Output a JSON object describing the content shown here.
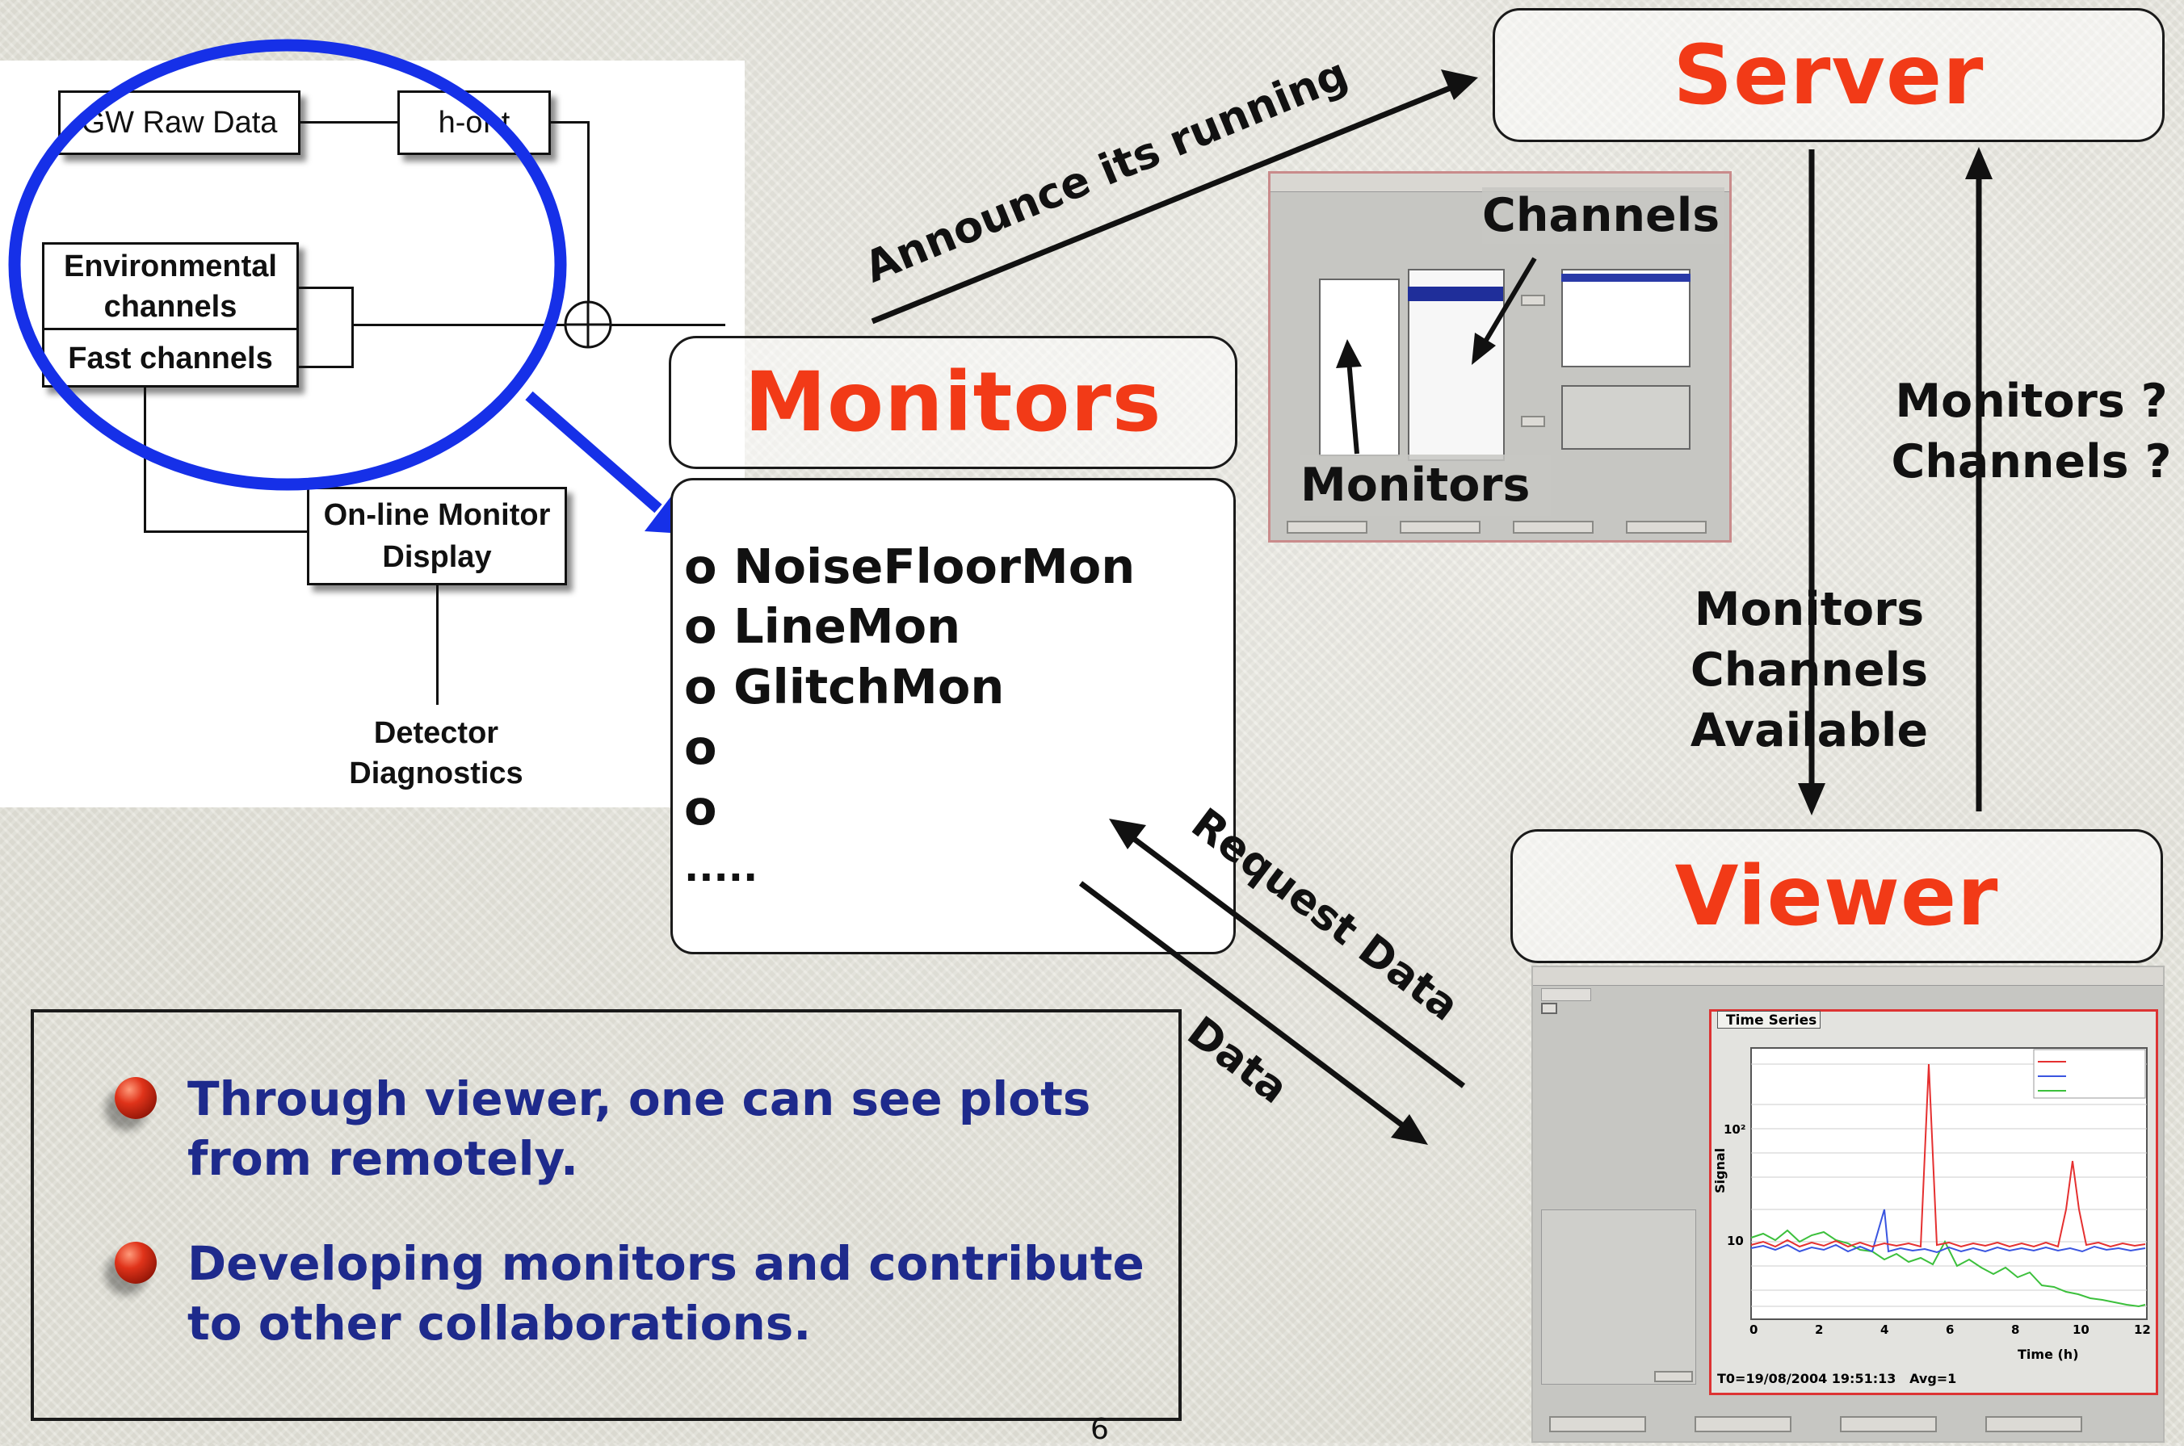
{
  "flow": {
    "gw_raw_data": "GW Raw Data",
    "h_of_t": "h-of-t",
    "environmental": "Environmental",
    "channels": "channels",
    "fast_channels": "Fast channels",
    "online_monitor_1": "On-line Monitor",
    "online_monitor_2": "Display",
    "detector_1": "Detector",
    "detector_2": "Diagnostics"
  },
  "server": {
    "title": "Server"
  },
  "monitors": {
    "title": "Monitors"
  },
  "viewer": {
    "title": "Viewer"
  },
  "monitor_list": {
    "items": [
      "o NoiseFloorMon",
      "o LineMon",
      "o GlitchMon",
      "o",
      "o"
    ],
    "ellipsis": "....."
  },
  "arrows": {
    "announce": "Announce its running",
    "request": "Request Data",
    "data": "Data",
    "to_server_1": "Monitors ?",
    "to_server_2": "Channels ?",
    "to_viewer_1": "Monitors",
    "to_viewer_2": "Channels",
    "to_viewer_3": "Available"
  },
  "gui_shot": {
    "channels_label": "Channels",
    "monitors_label": "Monitors"
  },
  "viewer_shot": {
    "tab_label": "Time Series",
    "y_axis_label": "Signal",
    "x_axis_label": "Time (h)",
    "y_tick_high": "10²",
    "y_tick_low": "10",
    "x_ticks": [
      "0",
      "2",
      "4",
      "6",
      "8",
      "10",
      "12"
    ],
    "footer": "T0=19/08/2004 19:51:13   Avg=1"
  },
  "notes": {
    "items": [
      [
        "Through viewer, one can see plots",
        "from remotely."
      ],
      [
        "Developing monitors and contribute",
        "to other collaborations."
      ]
    ]
  },
  "page_number": "6",
  "colors": {
    "title_red": "#f23a17",
    "bullet_blue": "#1e2a8c",
    "highlight_blue": "#1630e8"
  }
}
